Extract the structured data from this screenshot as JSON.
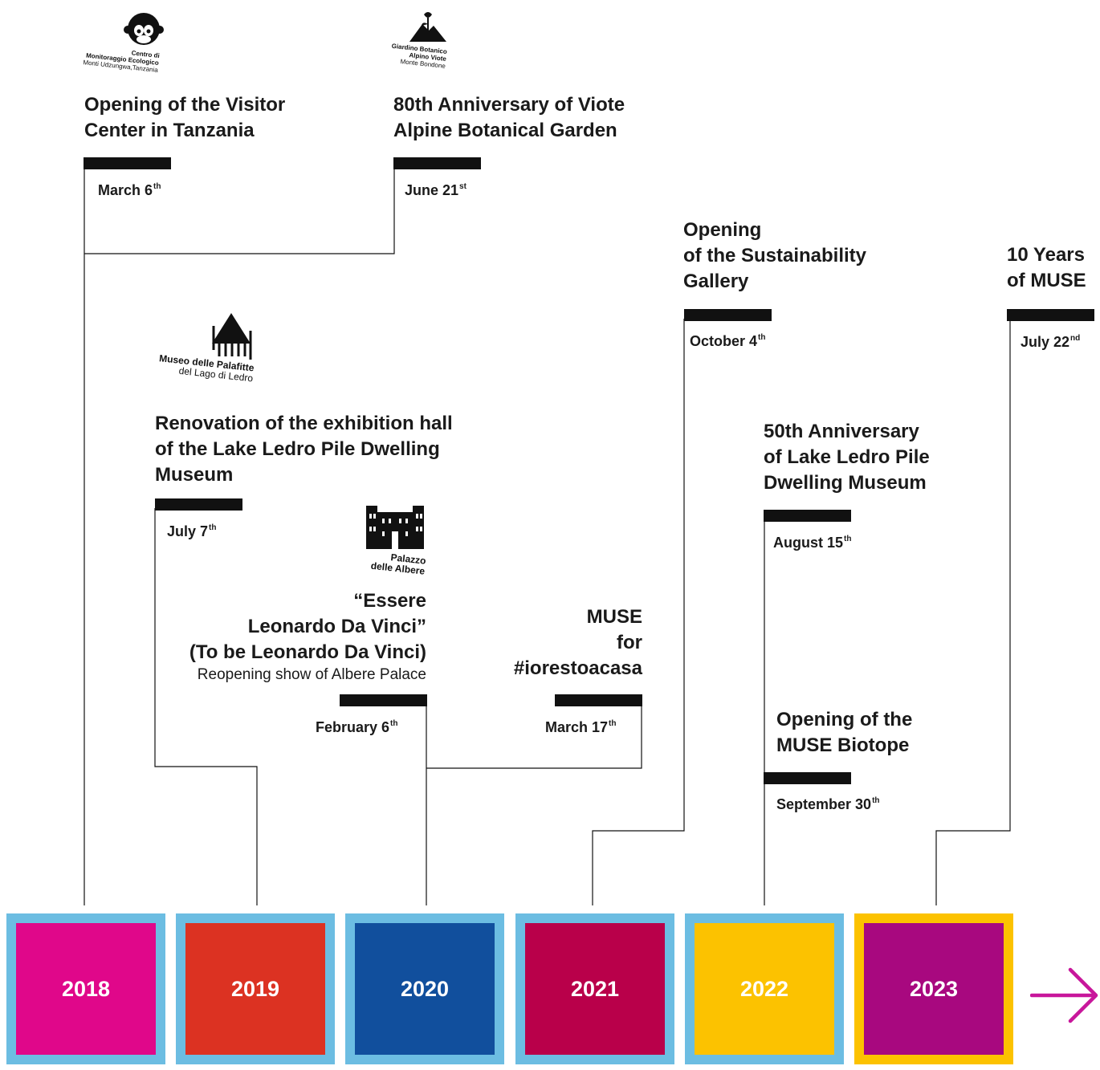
{
  "events": {
    "tanzania": {
      "title": "Opening of the Visitor Center in Tanzania",
      "date": "March 6",
      "sup": "th"
    },
    "viote": {
      "title": "80th Anniversary of Viote Alpine Botanical Garden",
      "date": "June 21",
      "sup": "st"
    },
    "ledro_renovation": {
      "title": "Renovation of the exhibition hall of the Lake Ledro Pile Dwelling Museum",
      "date": "July 7",
      "sup": "th"
    },
    "leonardo": {
      "title_l1": "“Essere",
      "title_l2": "Leonardo Da Vinci”",
      "title_l3": "(To be Leonardo Da Vinci)",
      "subtitle": "Reopening show of Albere Palace",
      "date": "February 6",
      "sup": "th"
    },
    "iorestoacasa": {
      "title_l1": "MUSE",
      "title_l2": "for",
      "title_l3": "#iorestoacasa",
      "date": "March 17",
      "sup": "th"
    },
    "sustainability": {
      "title_l1": "Opening",
      "title_l2": "of the Sustainability",
      "title_l3": "Gallery",
      "date": "October 4",
      "sup": "th"
    },
    "ledro_50": {
      "title_l1": "50th Anniversary",
      "title_l2": "of Lake Ledro Pile",
      "title_l3": "Dwelling Museum",
      "date": "August 15",
      "sup": "th"
    },
    "biotope": {
      "title_l1": "Opening of the",
      "title_l2": "MUSE Biotope",
      "date": "September 30",
      "sup": "th"
    },
    "muse10": {
      "title_l1": "10 Years",
      "title_l2": "of MUSE",
      "date": "July 22",
      "sup": "nd"
    }
  },
  "logos": {
    "tanzania": {
      "l1": "Centro di",
      "l2": "Monitoraggio Ecologico",
      "l3": "Monti Udzungwa,Tanzania"
    },
    "viote": {
      "l1": "Giardino Botanico",
      "l2": "Alpino Viote",
      "l3": "Monte Bondone"
    },
    "palafitte": {
      "l1": "Museo delle Palafitte",
      "l2": "del Lago di Ledro"
    },
    "albere": {
      "l1": "Palazzo",
      "l2": "delle Albere"
    }
  },
  "years": [
    {
      "label": "2018",
      "color": "#e0078a",
      "frame": "#6cbde2"
    },
    {
      "label": "2019",
      "color": "#dc3222",
      "frame": "#6cbde2"
    },
    {
      "label": "2020",
      "color": "#114f9d",
      "frame": "#6cbde2"
    },
    {
      "label": "2021",
      "color": "#b9004a",
      "frame": "#6cbde2"
    },
    {
      "label": "2022",
      "color": "#fcc200",
      "frame": "#6cbde2"
    },
    {
      "label": "2023",
      "color": "#a8087f",
      "frame": "#fcc200"
    }
  ],
  "arrow": {
    "icon": "arrow-right-icon",
    "color": "#c8169b"
  }
}
